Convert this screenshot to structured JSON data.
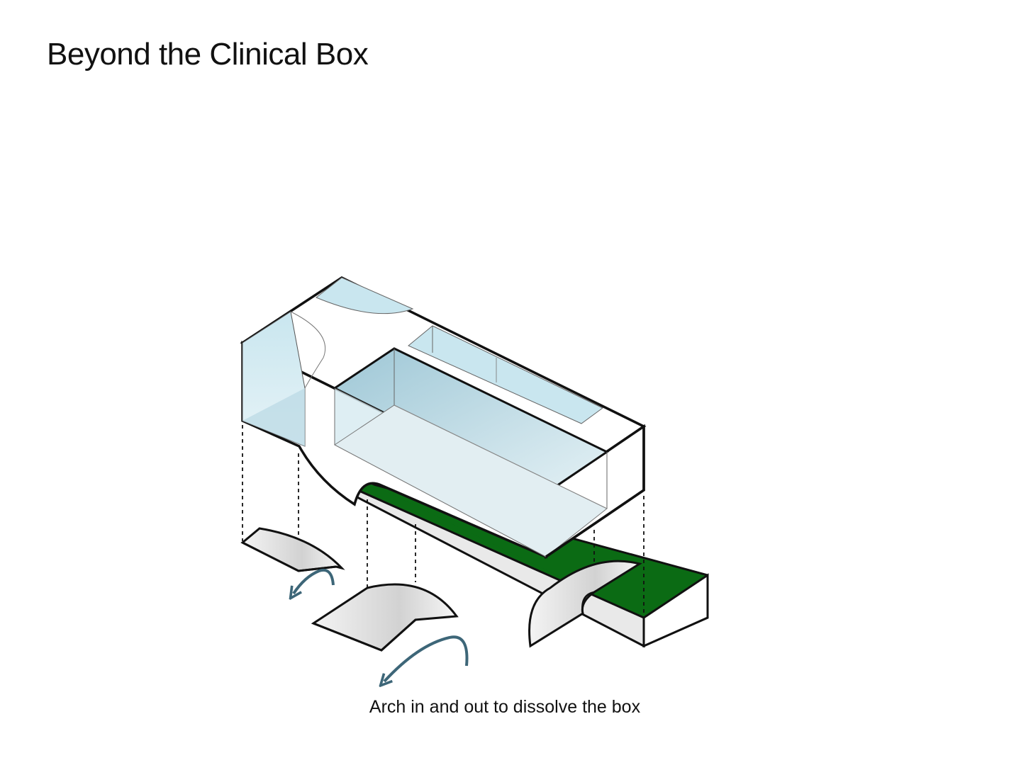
{
  "slide": {
    "title": "Beyond the Clinical Box",
    "caption": "Arch in and out to dissolve the box"
  },
  "colors": {
    "glass": "#c9e6ef",
    "glass_deep": "#9ec7d6",
    "landscape": "#0b6b14",
    "arrow": "#3d6678",
    "outline": "#111111",
    "shell": "#ffffff",
    "cut_piece": "#dcdcdc"
  },
  "icons": [
    "arch-piece-small",
    "arch-piece-large",
    "arch-piece-upright",
    "curved-arrow"
  ]
}
